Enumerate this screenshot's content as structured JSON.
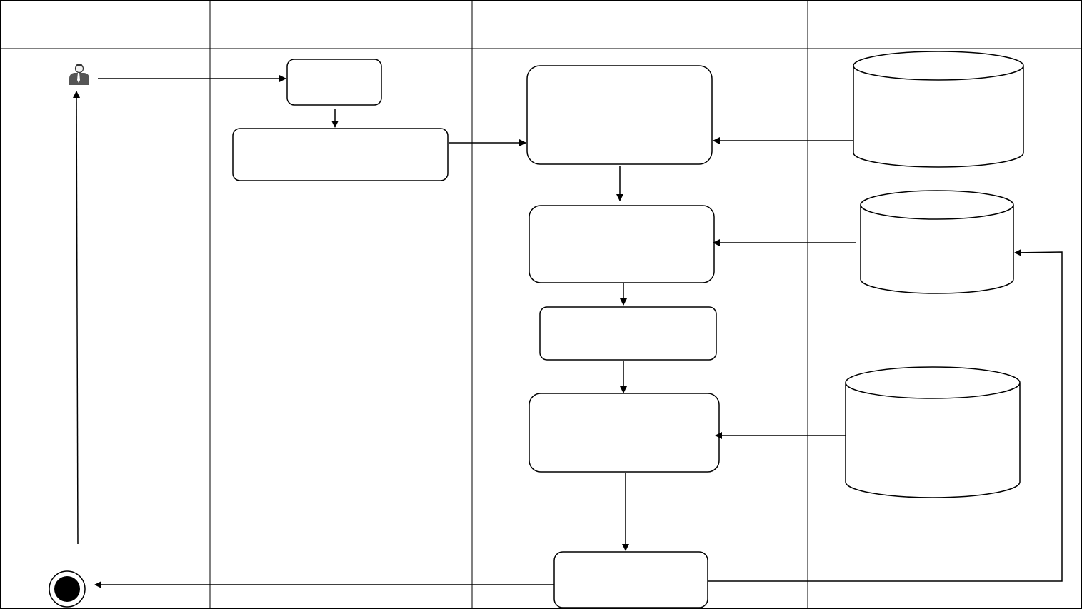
{
  "diagram": {
    "colors": {
      "stroke": "#000000",
      "background": "#ffffff",
      "fill": "#ffffff"
    },
    "lanes": [
      {
        "id": "lane-1",
        "title": ""
      },
      {
        "id": "lane-2",
        "title": ""
      },
      {
        "id": "lane-3",
        "title": ""
      },
      {
        "id": "lane-4",
        "title": ""
      }
    ],
    "nodes": [
      {
        "id": "actor",
        "kind": "actor",
        "icon": "user-icon",
        "label": ""
      },
      {
        "id": "step-1",
        "kind": "process",
        "label": ""
      },
      {
        "id": "step-2",
        "kind": "process",
        "label": ""
      },
      {
        "id": "step-3",
        "kind": "process",
        "label": ""
      },
      {
        "id": "step-4",
        "kind": "process",
        "label": ""
      },
      {
        "id": "step-5",
        "kind": "process",
        "label": ""
      },
      {
        "id": "step-6",
        "kind": "process",
        "label": ""
      },
      {
        "id": "step-7",
        "kind": "process",
        "label": ""
      },
      {
        "id": "db-1",
        "kind": "database",
        "label": ""
      },
      {
        "id": "db-2",
        "kind": "database",
        "label": ""
      },
      {
        "id": "db-3",
        "kind": "database",
        "label": ""
      },
      {
        "id": "end",
        "kind": "final-node",
        "label": ""
      }
    ],
    "edges": [
      {
        "from": "actor",
        "to": "step-1"
      },
      {
        "from": "step-1",
        "to": "step-2"
      },
      {
        "from": "step-2",
        "to": "step-3"
      },
      {
        "from": "db-1",
        "to": "step-3"
      },
      {
        "from": "step-3",
        "to": "step-4"
      },
      {
        "from": "db-2",
        "to": "step-4"
      },
      {
        "from": "step-4",
        "to": "step-5"
      },
      {
        "from": "step-5",
        "to": "step-6"
      },
      {
        "from": "db-3",
        "to": "step-6"
      },
      {
        "from": "step-6",
        "to": "step-7"
      },
      {
        "from": "step-7",
        "to": "end"
      },
      {
        "from": "step-7",
        "to": "db-2"
      },
      {
        "from": "end",
        "to": "actor"
      }
    ]
  }
}
